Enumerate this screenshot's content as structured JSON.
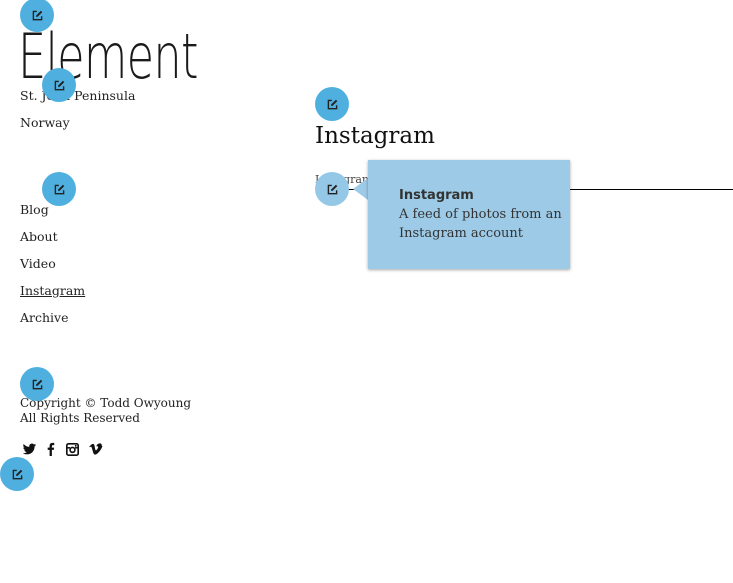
{
  "site": {
    "title": "Element",
    "address_line1": "St. John Peninsula",
    "address_line2": "Norway"
  },
  "nav": {
    "items": [
      {
        "label": "Blog"
      },
      {
        "label": "About"
      },
      {
        "label": "Video"
      },
      {
        "label": "Instagram",
        "active": true
      },
      {
        "label": "Archive"
      }
    ]
  },
  "footer": {
    "copyright": "Copyright © Todd Owyoung",
    "rights": "All Rights Reserved",
    "social_icons": [
      "twitter-icon",
      "facebook-icon",
      "instagram-icon",
      "vimeo-icon"
    ]
  },
  "main": {
    "page_title": "Instagram",
    "feed_label": "Instagram"
  },
  "tooltip": {
    "title": "Instagram",
    "description": "A feed of photos from an Instagram account"
  },
  "colors": {
    "edit_button": "#4fb0e0",
    "tooltip_bg": "#9dcbe7"
  },
  "edit_icon": "edit-icon"
}
